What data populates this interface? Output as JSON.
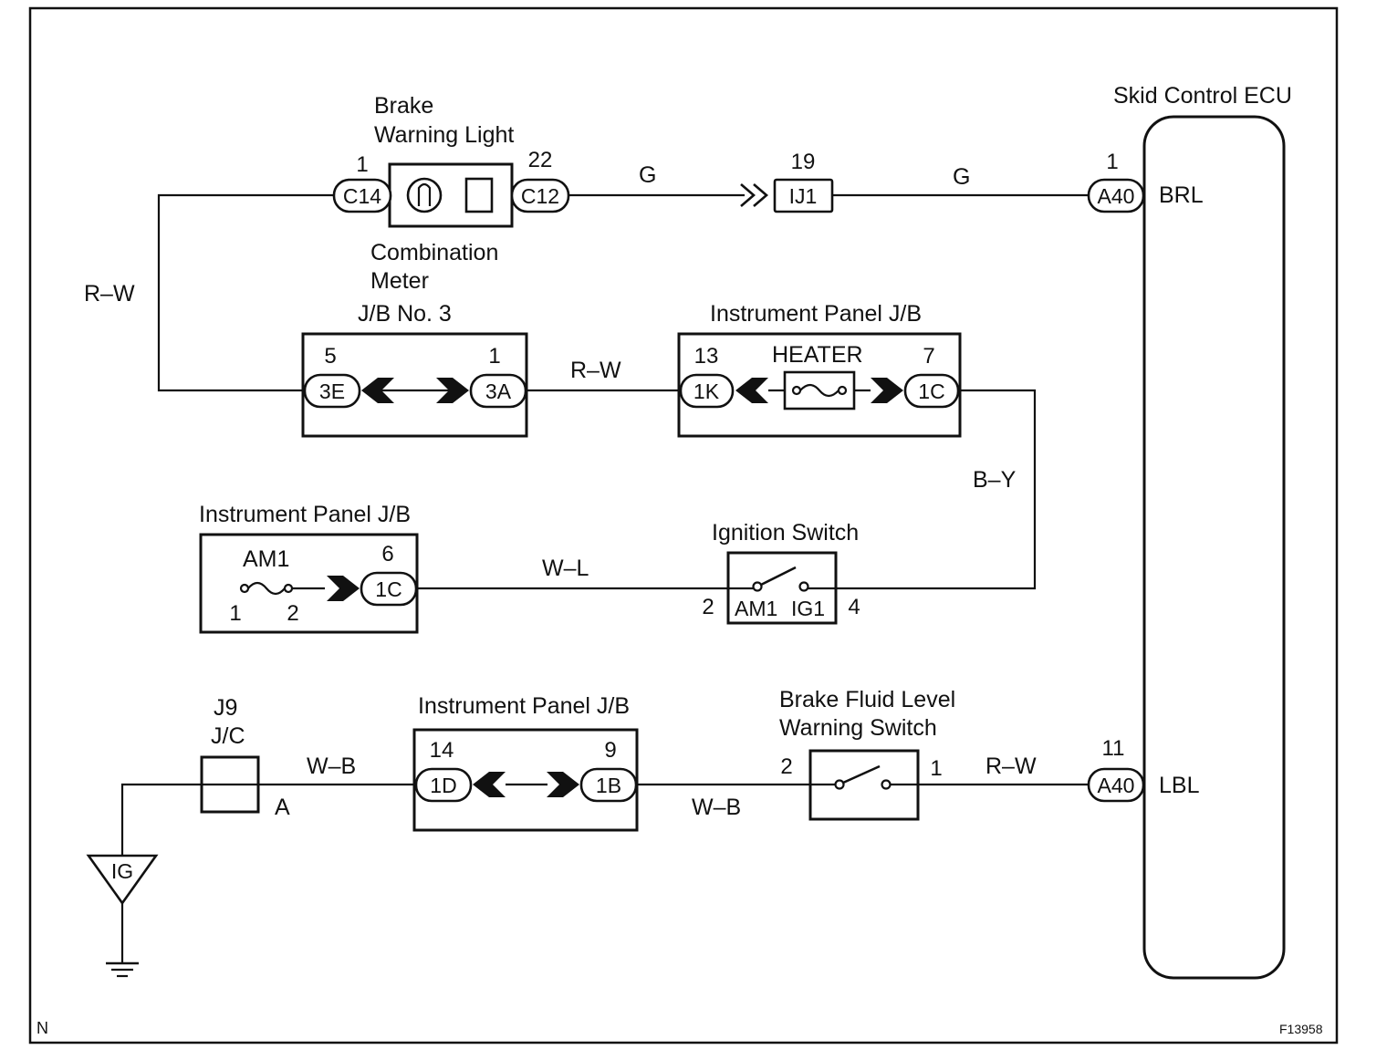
{
  "diagram": {
    "corner_left": "N",
    "figure_code": "F13958"
  },
  "components": {
    "ecu": {
      "name": "Skid Control ECU",
      "pin_top": "BRL",
      "pin_bottom": "LBL"
    },
    "combo_meter": {
      "title_line1": "Brake",
      "title_line2": "Warning Light",
      "sub_line1": "Combination",
      "sub_line2": "Meter"
    },
    "jb3": {
      "title": "J/B No. 3"
    },
    "ip_jb_heater": {
      "title": "Instrument Panel J/B",
      "fuse": "HEATER"
    },
    "ip_jb_am1": {
      "title": "Instrument Panel J/B",
      "fuse": "AM1"
    },
    "ign_switch": {
      "title": "Ignition Switch",
      "term_left": "AM1",
      "term_right": "IG1"
    },
    "ip_jb_bottom": {
      "title": "Instrument Panel J/B"
    },
    "jc": {
      "line1": "J9",
      "line2": "J/C",
      "pin": "A"
    },
    "brake_fluid": {
      "line1": "Brake Fluid Level",
      "line2": "Warning Switch"
    },
    "ground": {
      "label": "IG"
    }
  },
  "connectors": {
    "c14": {
      "code": "C14",
      "pin": "1"
    },
    "c12": {
      "code": "C12",
      "pin": "22"
    },
    "ij1": {
      "code": "IJ1",
      "pin": "19"
    },
    "a40_top": {
      "code": "A40",
      "pin": "1"
    },
    "a40_bottom": {
      "code": "A40",
      "pin": "11"
    },
    "jb3_3e": {
      "code": "3E",
      "pin": "5"
    },
    "jb3_3a": {
      "code": "3A",
      "pin": "1"
    },
    "ip_1k": {
      "code": "1K",
      "pin": "13"
    },
    "ip_1c_top": {
      "code": "1C",
      "pin": "7"
    },
    "ip_1c_mid": {
      "code": "1C",
      "pin": "6"
    },
    "ip_1d": {
      "code": "1D",
      "pin": "14"
    },
    "ip_1b": {
      "code": "1B",
      "pin": "9"
    },
    "am1_pins": {
      "left": "1",
      "right": "2"
    },
    "ign_pins": {
      "left": "2",
      "right": "4"
    },
    "bf_pins": {
      "left": "2",
      "right": "1"
    }
  },
  "wires": {
    "g_left": "G",
    "g_right": "G",
    "rw_left": "R–W",
    "rw_mid": "R–W",
    "by": "B–Y",
    "wl": "W–L",
    "wb_left": "W–B",
    "wb_right": "W–B",
    "rw_bottom": "R–W"
  }
}
